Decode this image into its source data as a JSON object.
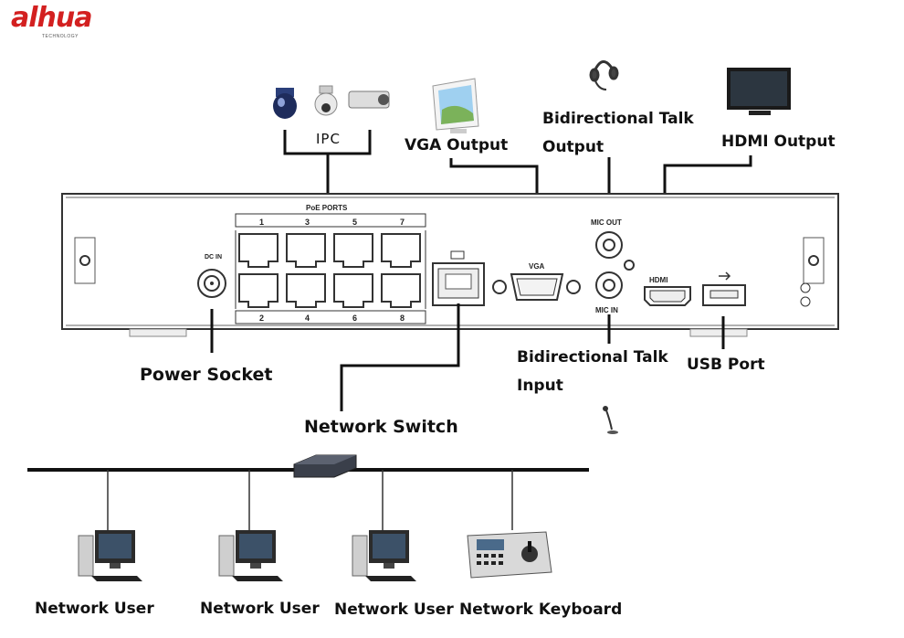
{
  "logo": {
    "brand": "alhua",
    "tagline": "TECHNOLOGY"
  },
  "device": {
    "poe_title": "PoE PORTS",
    "poe_top_numbers": [
      "1",
      "3",
      "5",
      "7"
    ],
    "poe_bottom_numbers": [
      "2",
      "4",
      "6",
      "8"
    ],
    "dc_in": "DC IN",
    "vga": "VGA",
    "mic_out": "MIC OUT",
    "mic_in": "MIC IN",
    "hdmi": "HDMI"
  },
  "labels": {
    "ipc": "IPC",
    "vga_output": "VGA Output",
    "talk_output_line1": "Bidirectional Talk",
    "talk_output_line2": "Output",
    "hdmi_output": "HDMI Output",
    "power_socket": "Power Socket",
    "talk_input_line1": "Bidirectional Talk",
    "talk_input_line2": "Input",
    "usb_port": "USB Port",
    "network_switch": "Network Switch",
    "network_user_1": "Network User",
    "network_user_2": "Network User",
    "network_user_3": "Network User",
    "network_keyboard": "Network Keyboard"
  },
  "colors": {
    "brand": "#d32020",
    "line": "#111111",
    "panel": "#ffffff"
  }
}
